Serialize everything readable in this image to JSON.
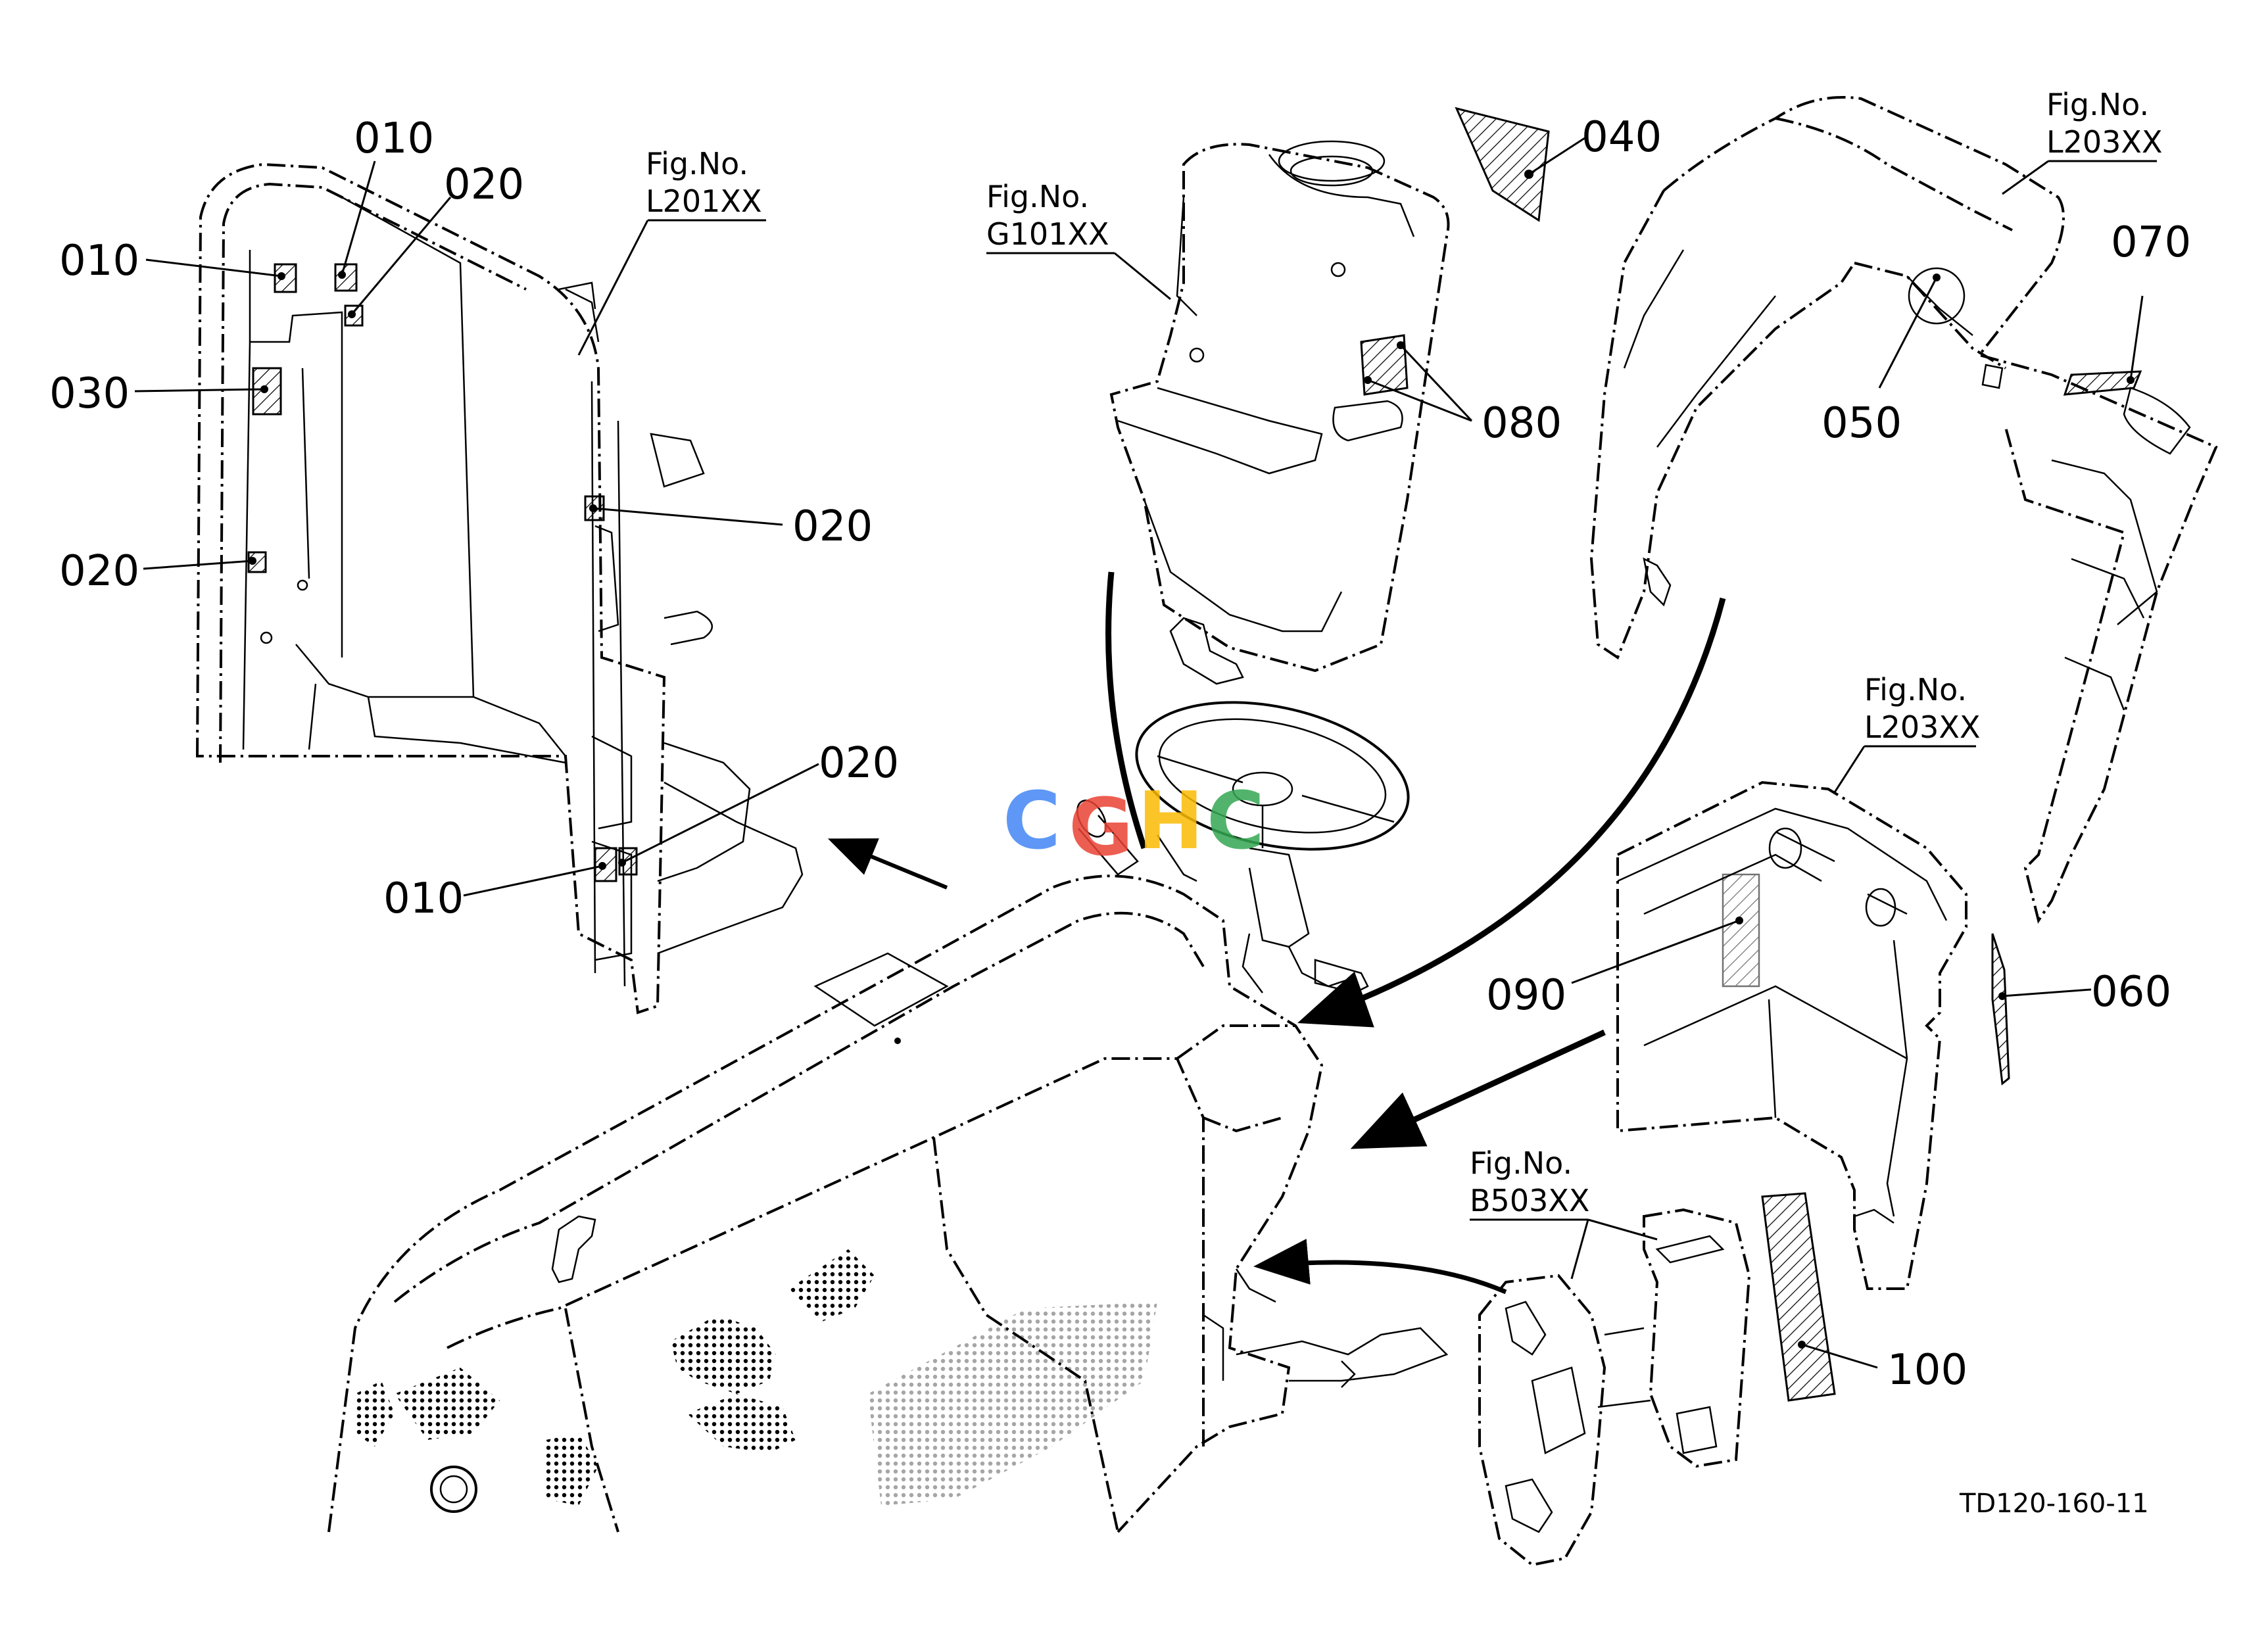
{
  "diagram": {
    "drawing_number": "TD120-160-11",
    "figure_references": [
      {
        "id": "fig-l201",
        "caption": "Fig.No.",
        "code": "L201XX"
      },
      {
        "id": "fig-g101",
        "caption": "Fig.No.",
        "code": "G101XX"
      },
      {
        "id": "fig-l203-top",
        "caption": "Fig.No.",
        "code": "L203XX"
      },
      {
        "id": "fig-l203-mid",
        "caption": "Fig.No.",
        "code": "L203XX"
      },
      {
        "id": "fig-b503",
        "caption": "Fig.No.",
        "code": "B503XX"
      }
    ],
    "callouts": [
      {
        "id": "c010a",
        "text": "010"
      },
      {
        "id": "c010b",
        "text": "010"
      },
      {
        "id": "c020a",
        "text": "020"
      },
      {
        "id": "c030",
        "text": "030"
      },
      {
        "id": "c020b",
        "text": "020"
      },
      {
        "id": "c020c",
        "text": "020"
      },
      {
        "id": "c020d",
        "text": "020"
      },
      {
        "id": "c010c",
        "text": "010"
      },
      {
        "id": "c040",
        "text": "040"
      },
      {
        "id": "c080",
        "text": "080"
      },
      {
        "id": "c050",
        "text": "050"
      },
      {
        "id": "c070",
        "text": "070"
      },
      {
        "id": "c060",
        "text": "060"
      },
      {
        "id": "c090",
        "text": "090"
      },
      {
        "id": "c100",
        "text": "100"
      }
    ],
    "watermark": {
      "text": "CGHC",
      "colors": [
        "#4285F4",
        "#EA4335",
        "#FBBC05",
        "#34A853"
      ]
    }
  }
}
